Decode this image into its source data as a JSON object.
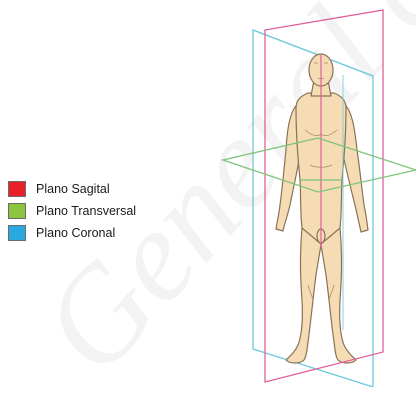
{
  "watermark": "General de",
  "legend": {
    "items": [
      {
        "label": "Plano Sagital",
        "color": "#e8202a",
        "plane": "sagittal"
      },
      {
        "label": "Plano Transversal",
        "color": "#8cc63f",
        "plane": "transverse"
      },
      {
        "label": "Plano Coronal",
        "color": "#29a9e0",
        "plane": "coronal"
      }
    ]
  },
  "colors": {
    "sagittal_line": "#e0609a",
    "transverse_line": "#7cc576",
    "coronal_line": "#6cc8dd",
    "skin": "#f5dcb4",
    "skin_outline": "#8a7257"
  }
}
